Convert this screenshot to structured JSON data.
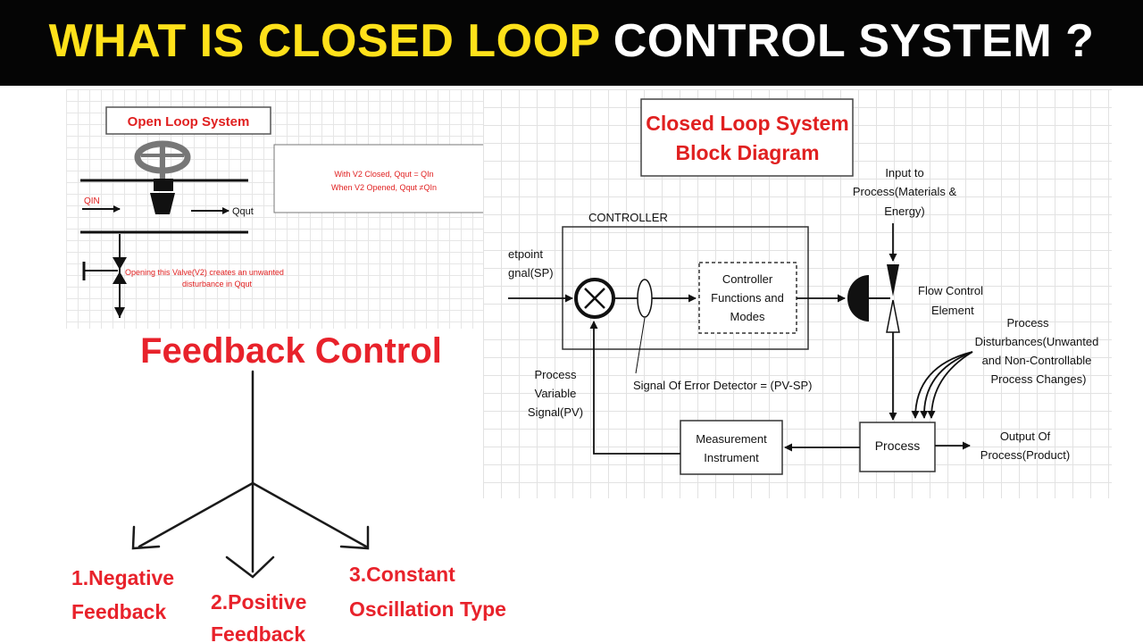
{
  "banner": {
    "title_part1": "WHAT IS CLOSED LOOP",
    "title_part2": "CONTROL SYSTEM ?"
  },
  "open_loop": {
    "title": "Open Loop System",
    "qin": "QIN",
    "qout": "Qqut",
    "info_line1": "With V2 Closed, Qqut = QIn",
    "info_line2": "When V2 Opened, Qqut ≠QIn",
    "valve_note_line1": "Opening this Valve(V2) creates an unwanted",
    "valve_note_line2": "disturbance in Qqut"
  },
  "feedback": {
    "title": "Feedback Control",
    "negative_line1": "1.Negative",
    "negative_line2": "Feedback",
    "positive_line1": "2.Positive",
    "positive_line2": "Feedback",
    "constant_line1": "3.Constant",
    "constant_line2": "Oscillation Type"
  },
  "closed_loop": {
    "title_line1": "Closed Loop System",
    "title_line2": "Block Diagram",
    "controller_label": "CONTROLLER",
    "setpoint_line1": "etpoint",
    "setpoint_line2": "gnal(SP)",
    "input_line1": "Input to",
    "input_line2": "Process(Materials &",
    "input_line3": "Energy)",
    "controller_box_line1": "Controller",
    "controller_box_line2": "Functions and",
    "controller_box_line3": "Modes",
    "flow_line1": "Flow Control",
    "flow_line2": "Element",
    "disturb_line1": "Process",
    "disturb_line2": "Disturbances(Unwanted",
    "disturb_line3": "and Non-Controllable",
    "disturb_line4": "Process Changes)",
    "pv_line1": "Process",
    "pv_line2": "Variable",
    "pv_line3": "Signal(PV)",
    "error_label": "Signal Of Error Detector = (PV-SP)",
    "measurement_line1": "Measurement",
    "measurement_line2": "Instrument",
    "process_label": "Process",
    "output_line1": "Output Of",
    "output_line2": "Process(Product)"
  },
  "colors": {
    "banner_yellow": "#ffe11a",
    "title_red": "#e02020",
    "feedback_red": "#e8222b"
  }
}
